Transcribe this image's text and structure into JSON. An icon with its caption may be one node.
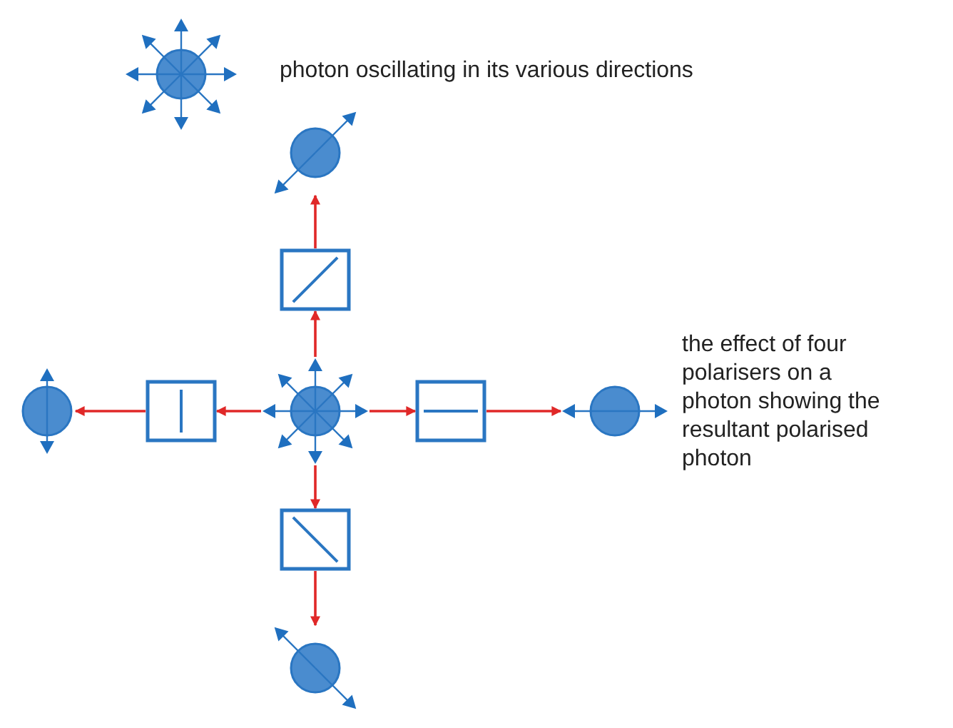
{
  "diagram": {
    "nodes": [
      {
        "text": [],
        "shape": "circle",
        "beside": [
          "photon oscillating in its various directions"
        ]
      },
      {
        "text": [],
        "shape": "circle"
      },
      {
        "text": [],
        "shape": "box"
      },
      {
        "text": [],
        "shape": "circle"
      },
      {
        "text": [],
        "shape": "box"
      },
      {
        "text": [],
        "shape": "circle"
      },
      {
        "text": [],
        "shape": "box"
      },
      {
        "text": [],
        "shape": "circle"
      },
      {
        "text": [],
        "shape": "box"
      },
      {
        "text": [],
        "shape": "circle"
      }
    ],
    "edges": [
      {
        "from": 5,
        "to": 2,
        "arrow": "to"
      },
      {
        "from": 2,
        "to": 1,
        "arrow": "to"
      },
      {
        "from": 5,
        "to": 4,
        "arrow": "to"
      },
      {
        "from": 4,
        "to": 3,
        "arrow": "to"
      },
      {
        "from": 5,
        "to": 6,
        "arrow": "to"
      },
      {
        "from": 6,
        "to": 7,
        "arrow": "to"
      },
      {
        "from": 5,
        "to": 8,
        "arrow": "to"
      },
      {
        "from": 8,
        "to": 9,
        "arrow": "to"
      }
    ],
    "labels": [
      "the effect of four polarisers on a photon showing the resultant polarised photon"
    ]
  }
}
